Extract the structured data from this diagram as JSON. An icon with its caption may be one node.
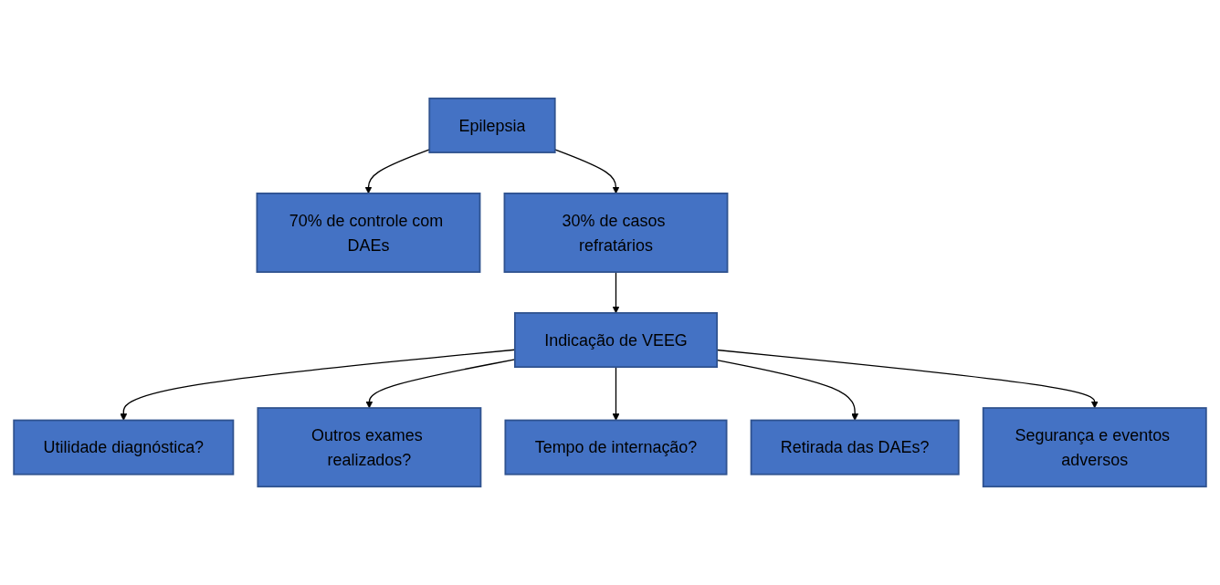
{
  "diagram": {
    "nodes": [
      {
        "text": [
          "Epilepsia"
        ]
      },
      {
        "text": [
          "70% de controle com DAEs"
        ]
      },
      {
        "text": [
          "30% de casos refratários"
        ]
      },
      {
        "text": [
          "Indicação de VEEG"
        ]
      },
      {
        "text": [
          "Utilidade diagnóstica?"
        ]
      },
      {
        "text": [
          "Outros exames realizados?"
        ]
      },
      {
        "text": [
          "Tempo de internação?"
        ]
      },
      {
        "text": [
          "Retirada das DAEs?"
        ]
      },
      {
        "text": [
          "Segurança e eventos adversos"
        ]
      }
    ],
    "edges": [
      {
        "from": 0,
        "to": 1,
        "arrow": "to"
      },
      {
        "from": 0,
        "to": 2,
        "arrow": "to"
      },
      {
        "from": 2,
        "to": 3,
        "arrow": "to"
      },
      {
        "from": 3,
        "to": 4,
        "arrow": "to"
      },
      {
        "from": 3,
        "to": 5,
        "arrow": "to"
      },
      {
        "from": 3,
        "to": 6,
        "arrow": "to"
      },
      {
        "from": 3,
        "to": 7,
        "arrow": "to"
      },
      {
        "from": 3,
        "to": 8,
        "arrow": "to"
      }
    ]
  }
}
